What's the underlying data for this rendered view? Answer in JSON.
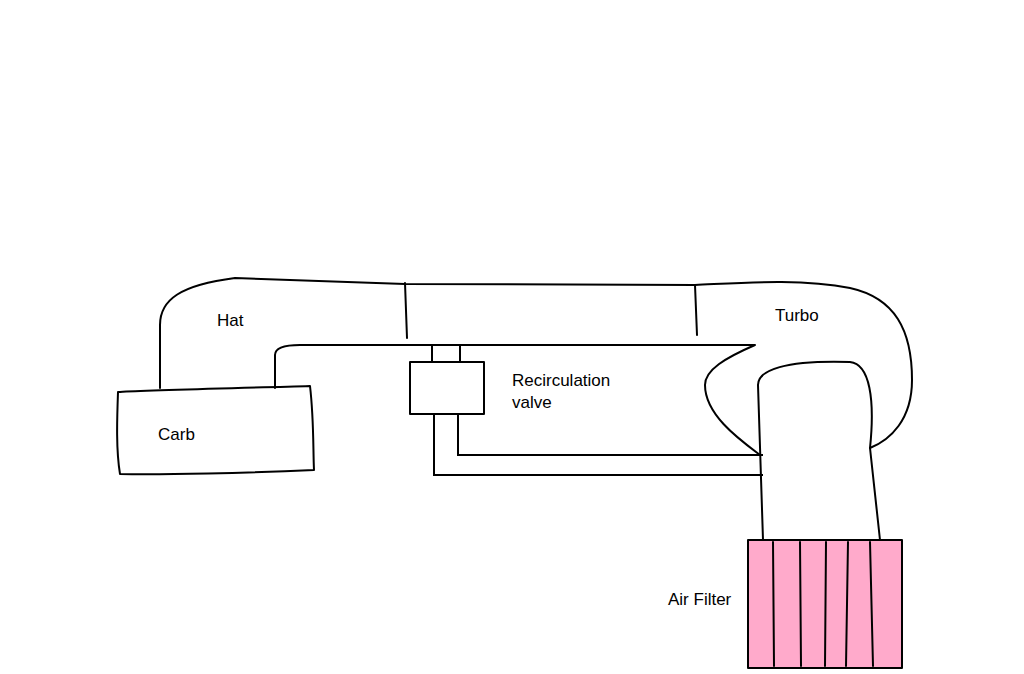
{
  "diagram": {
    "nodes": [
      {
        "text": [
          "Hat"
        ]
      },
      {
        "text": [
          "Turbo"
        ]
      },
      {
        "text": [
          "Recirculation valve"
        ]
      },
      {
        "text": [
          "Carb"
        ]
      },
      {
        "text": [
          "Air Filter"
        ]
      }
    ],
    "edges": [
      {
        "from": 2,
        "to": 1,
        "arrow": "none"
      }
    ]
  }
}
